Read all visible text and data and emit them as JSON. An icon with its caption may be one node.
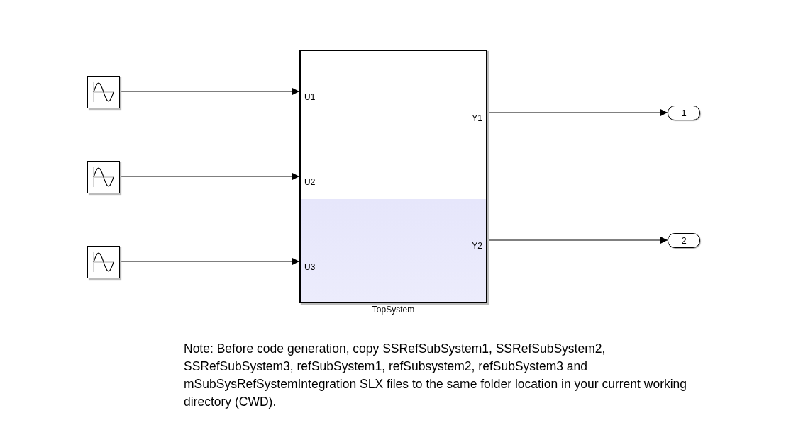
{
  "diagram": {
    "nodes": [
      {
        "text": [],
        "shape": "box"
      },
      {
        "text": [],
        "shape": "box"
      },
      {
        "text": [],
        "shape": "box"
      },
      {
        "text": [
          "U1",
          "U2",
          "U3",
          "Y1",
          "Y2",
          "TopSystem"
        ]
      },
      {
        "text": [
          "1"
        ]
      },
      {
        "text": [
          "2"
        ]
      }
    ],
    "edges": [
      {
        "from": 0,
        "to": 3,
        "arrow": "to"
      },
      {
        "from": 1,
        "to": 3,
        "arrow": "to"
      },
      {
        "from": 2,
        "to": 3,
        "arrow": "to"
      },
      {
        "from": 3,
        "to": 4,
        "arrow": "to"
      },
      {
        "from": 3,
        "to": 5,
        "arrow": "to"
      }
    ],
    "labels": [
      "Note: Before code generation, copy SSRefSubSystem1, SSRefSubSystem2, SSRefSubSystem3, refSubSystem1, refSubsystem2, refSubSystem3 and mSubSysRefSystemIntegration SLX files to the same folder location in your current working directory (CWD)."
    ]
  }
}
